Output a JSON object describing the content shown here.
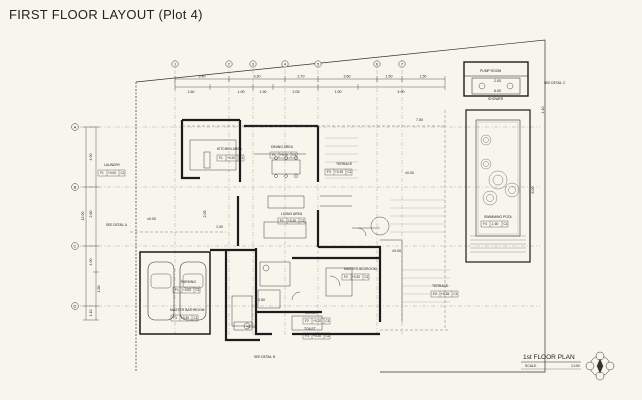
{
  "title": "FIRST FLOOR LAYOUT (Plot 4)",
  "plan_title": "1st FLOOR PLAN",
  "scale_label": "SCALE",
  "scale_value": "1:100",
  "grid_columns": [
    "1",
    "2",
    "3",
    "4",
    "5",
    "6",
    "7"
  ],
  "grid_rows": [
    "A",
    "B",
    "C",
    "D"
  ],
  "top_dims_outer": [
    "3.40",
    "3.30",
    "2.70",
    "3.60",
    "1.50",
    "1.50"
  ],
  "top_dims_inner": [
    "1.60",
    "1.90",
    "1.90",
    "2.05",
    "1.90",
    "4.90"
  ],
  "side_dims": [
    "4.00",
    "2.80",
    "4.00",
    "12.00",
    "1.80",
    "1.10"
  ],
  "rooms": {
    "kitchen": "KITCHEN AREA",
    "dining": "DINING AREA",
    "terrace_top": "TERRACE",
    "laundry": "LAUNDRY",
    "living": "LIVING AREA",
    "master_bedroom": "MASTER BEDROOM",
    "parking": "PARKING",
    "master_bathroom": "MASTER BATHROOM",
    "closet": "CLOSET",
    "toilet": "TOILET",
    "terrace_right": "TERRACE",
    "swimming_pool": "SWIMMING POOL",
    "shower": "SHOWER",
    "pump_room": "PUMP ROOM"
  },
  "level_marks": {
    "kitchen": [
      "F1",
      "+0.20",
      "C1"
    ],
    "dining": [
      "F1",
      "+0.20",
      "C1"
    ],
    "terrace_top": [
      "F3",
      "+0.15",
      "C1"
    ],
    "laundry": [
      "F1",
      "+0.00",
      "C1"
    ],
    "living": [
      "F1",
      "+0.20",
      "C1"
    ],
    "master_bedroom": [
      "F2",
      "+0.20",
      "C1"
    ],
    "parking": [
      "F1",
      "+0.00",
      "C1"
    ],
    "master_bathroom": [
      "F3",
      "+0.30",
      "C1"
    ],
    "closet": [
      "F2",
      "+0.20",
      "C1"
    ],
    "toilet": [
      "F3",
      "+0.20",
      "C2"
    ],
    "terrace_right": [
      "F2",
      "+0.15",
      "C1"
    ],
    "swimming_pool": [
      "F4",
      "-1.60",
      "C1"
    ]
  },
  "elevations": {
    "courtyard": "±0.00",
    "entry": "±0.00",
    "entry2": "±0.00",
    "bath_step": "+0.10"
  },
  "notes": {
    "see_detail_a": "SEE DETAIL A",
    "see_detail_b": "SEE DETAIL B",
    "see_detail_c": "SEE DETAIL C"
  },
  "misc_dims": {
    "pump_w": "2.00",
    "pool_top": "7.50",
    "pool_len": "8.00",
    "shower_w": "6.00",
    "stair_w": "1.00",
    "pool_w": "2.05",
    "dim_050": "0.50",
    "dim_410": "4.10"
  }
}
